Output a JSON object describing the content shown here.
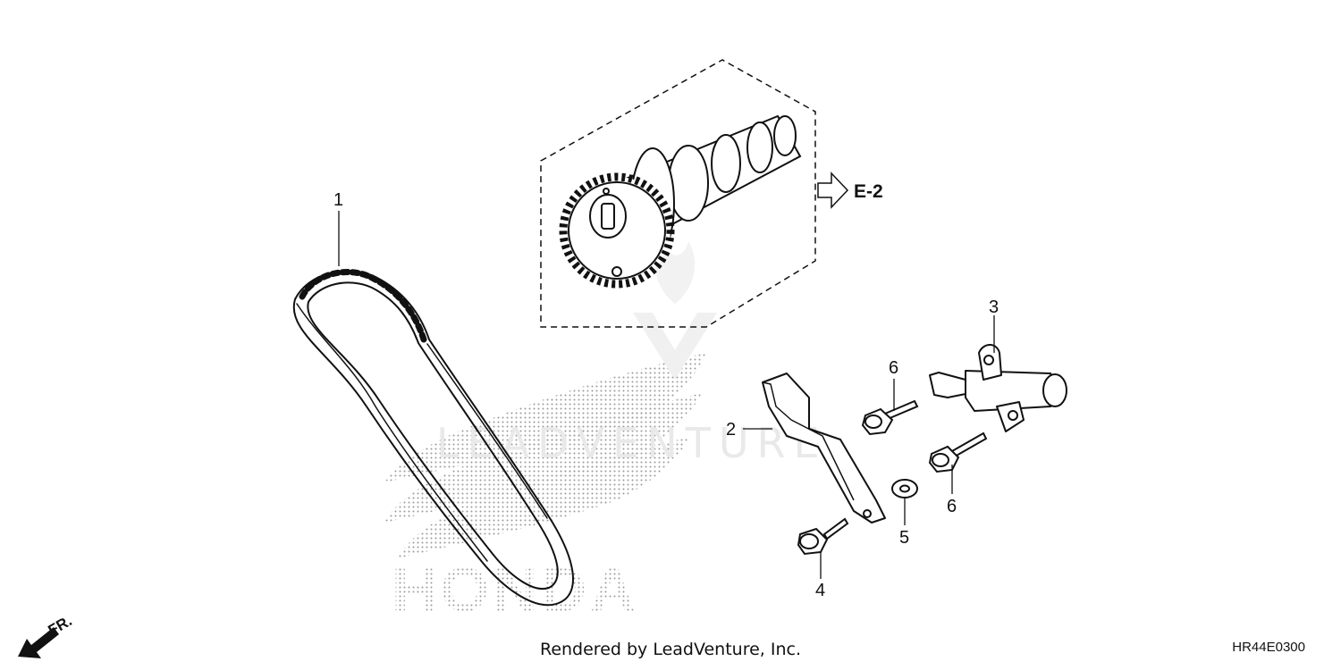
{
  "watermark": {
    "brand_text": "HONDA",
    "leadventure_text": "LEADVENTURE"
  },
  "reference": {
    "label": "E-2"
  },
  "direction": {
    "label": "FR."
  },
  "callouts": [
    {
      "id": "1",
      "label": "1"
    },
    {
      "id": "2",
      "label": "2"
    },
    {
      "id": "3",
      "label": "3"
    },
    {
      "id": "4",
      "label": "4"
    },
    {
      "id": "5",
      "label": "5"
    },
    {
      "id": "6a",
      "label": "6"
    },
    {
      "id": "6b",
      "label": "6"
    }
  ],
  "footer": {
    "rendered_by": "Rendered by LeadVenture, Inc.",
    "diagram_code": "HR44E0300"
  }
}
